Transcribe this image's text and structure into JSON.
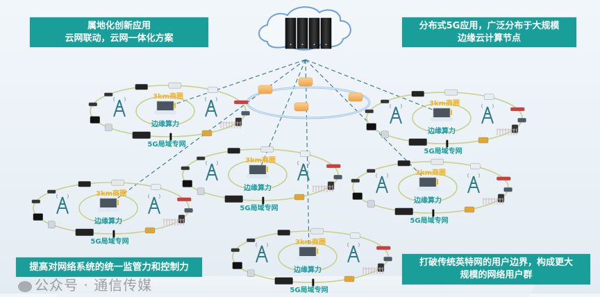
{
  "header_boxes": {
    "top_left": {
      "line1": "属地化创新应用",
      "line2": "云网联动，云网一体化方案"
    },
    "top_right": {
      "line1": "分布式5G应用，广泛分布于大规模",
      "line2": "边缘云计算节点"
    }
  },
  "footer_boxes": {
    "bottom_left": {
      "text": "提高对网络系统的统一监管力和控制力"
    },
    "bottom_right": {
      "line1": "打破传统英特网的用户边界，构成更大",
      "line2": "规模的网络用户群"
    }
  },
  "central_cloud": {
    "icon": "server-cloud-icon",
    "servers": 4
  },
  "core_ring": {
    "icon": "router-icon",
    "routers": 4
  },
  "edge_nodes": [
    {
      "id": "node-top-left",
      "coverage_label": "3km商圈",
      "compute_label": "边缘算力",
      "network_label": "5G局域专网"
    },
    {
      "id": "node-top-right",
      "coverage_label": "3km商圈",
      "compute_label": "边缘算力",
      "network_label": "5G局域专网"
    },
    {
      "id": "node-middle",
      "coverage_label": "3km商圈",
      "compute_label": "边缘算力",
      "network_label": "5G局域专网"
    },
    {
      "id": "node-mid-right",
      "coverage_label": "3km商圈",
      "compute_label": "边缘算力",
      "network_label": "5G局域专网"
    },
    {
      "id": "node-left",
      "coverage_label": "3km商圈",
      "compute_label": "边缘算力",
      "network_label": "5G局域专网"
    },
    {
      "id": "node-bottom",
      "coverage_label": "3km商圈",
      "compute_label": "边缘算力",
      "network_label": "5G局域专网"
    }
  ],
  "watermark": {
    "text": "公众号 · 通信传媒"
  },
  "colors": {
    "box_teal": "#1a9e9a",
    "coverage_label": "#f0b429",
    "network_label": "#1a9e9a",
    "ring_line": "#c9d08a",
    "dash_line": "#3f7f8c",
    "router_orange": "#f3b25a"
  }
}
